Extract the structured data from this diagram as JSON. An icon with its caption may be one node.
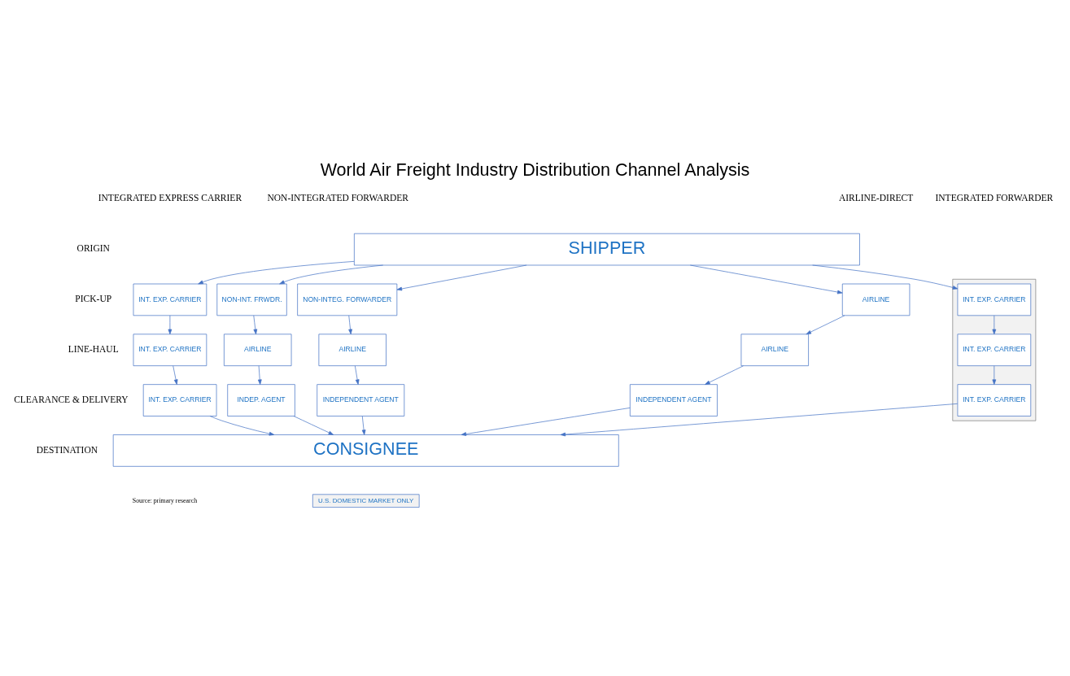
{
  "diagram": {
    "title": "World Air Freight Industry Distribution Channel Analysis",
    "nodes": [
      {
        "text": [
          "SHIPPER"
        ]
      },
      {
        "text": [],
        "shape": "band"
      },
      {
        "text": [
          "INT. EXP. CARRIER"
        ]
      },
      {
        "text": [
          "INT. EXP. CARRIER"
        ],
        "in": 1
      },
      {
        "text": [
          "NON-INT. FRWDR."
        ]
      },
      {
        "text": [
          "NON-INTEG. FORWARDER"
        ]
      },
      {
        "text": [
          "AIRLINE"
        ]
      },
      {
        "text": [
          "INT. EXP. CARRIER"
        ]
      },
      {
        "text": [
          "INT. EXP. CARRIER"
        ],
        "in": 1
      },
      {
        "text": [
          "AIRLINE"
        ]
      },
      {
        "text": [
          "AIRLINE"
        ]
      },
      {
        "text": [
          "AIRLINE"
        ]
      },
      {
        "text": [
          "INT. EXP. CARRIER"
        ]
      },
      {
        "text": [
          "INT. EXP. CARRIER"
        ],
        "in": 1
      },
      {
        "text": [
          "INDEP. AGENT"
        ]
      },
      {
        "text": [
          "INDEPENDENT AGENT"
        ]
      },
      {
        "text": [
          "INDEPENDENT AGENT"
        ]
      },
      {
        "text": [
          "CONSIGNEE"
        ]
      }
    ],
    "edges": [
      {
        "from": 0,
        "to": 2,
        "arrow": "to"
      },
      {
        "from": 0,
        "to": 3,
        "arrow": "to"
      },
      {
        "from": 0,
        "to": 4,
        "arrow": "to"
      },
      {
        "from": 0,
        "to": 5,
        "arrow": "to"
      },
      {
        "from": 0,
        "to": 6,
        "arrow": "to"
      },
      {
        "from": 2,
        "to": 7,
        "arrow": "to"
      },
      {
        "from": 3,
        "to": 8,
        "arrow": "to"
      },
      {
        "from": 4,
        "to": 9,
        "arrow": "to"
      },
      {
        "from": 5,
        "to": 10,
        "arrow": "to"
      },
      {
        "from": 6,
        "to": 11,
        "arrow": "to"
      },
      {
        "from": 7,
        "to": 12,
        "arrow": "to"
      },
      {
        "from": 8,
        "to": 13,
        "arrow": "to"
      },
      {
        "from": 9,
        "to": 14,
        "arrow": "to"
      },
      {
        "from": 10,
        "to": 15,
        "arrow": "to"
      },
      {
        "from": 11,
        "to": 16,
        "arrow": "to"
      },
      {
        "from": 12,
        "to": 17,
        "arrow": "to"
      },
      {
        "from": 13,
        "to": 17,
        "arrow": "to"
      },
      {
        "from": 14,
        "to": 17,
        "arrow": "to"
      },
      {
        "from": 15,
        "to": 17,
        "arrow": "to"
      },
      {
        "from": 16,
        "to": 17,
        "arrow": "to"
      }
    ],
    "labels": [
      "INTEGRATED EXPRESS CARRIER",
      "INTEGRATED FORWARDER",
      "NON-INTEGRATED FORWARDER",
      "AIRLINE-DIRECT",
      "ORIGIN",
      "PICK-UP",
      "LINE-HAUL",
      "CLEARANCE & DELIVERY",
      "DESTINATION",
      "Source: primary research"
    ],
    "legend": [
      {
        "text": "U.S. DOMESTIC MARKET ONLY",
        "color": "#f2f2f2"
      }
    ]
  }
}
